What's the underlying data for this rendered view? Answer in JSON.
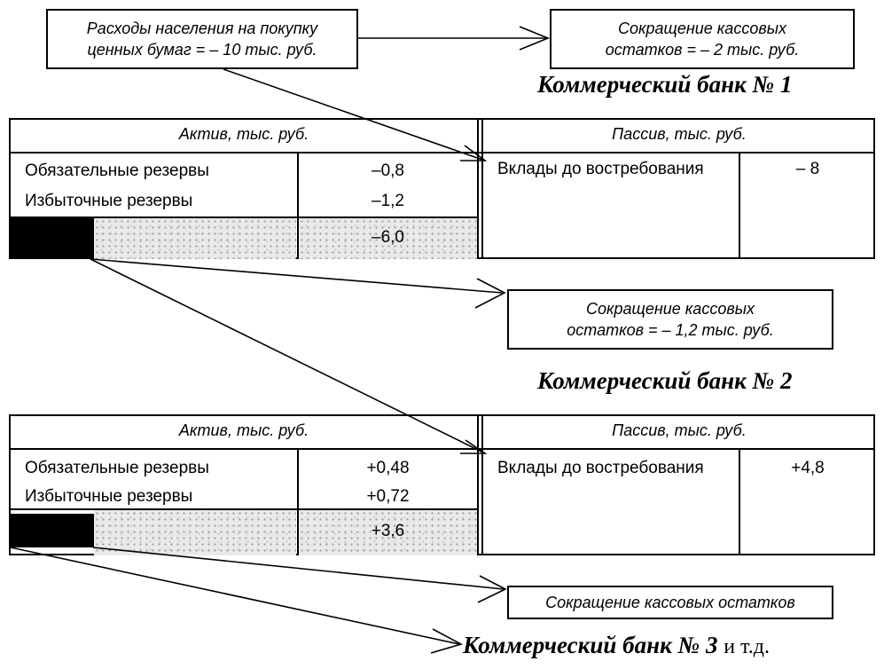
{
  "boxes": {
    "securities": {
      "line1": "Расходы населения на покупку",
      "line2": "ценных бумаг  =  – 10 тыс. руб."
    },
    "cash_top": {
      "line1": "Сокращение кассовых",
      "line2": "остатков = – 2 тыс. руб."
    },
    "cash_mid": {
      "line1": "Сокращение кассовых",
      "line2": "остатков = – 1,2 тыс. руб."
    },
    "cash_bottom": {
      "line1": "Сокращение кассовых остатков"
    }
  },
  "bank1": {
    "title": "Коммерческий банк № 1",
    "assets_header": "Актив, тыс. руб.",
    "liabilities_header": "Пассив, тыс. руб.",
    "required_reserves_label": "Обязательные резервы",
    "required_reserves_value": "–0,8",
    "excess_reserves_label": "Избыточные резервы",
    "excess_reserves_value": "–1,2",
    "loans_value": "–6,0",
    "deposits_label": "Вклады до востребования",
    "deposits_value": "– 8"
  },
  "bank2": {
    "title": "Коммерческий банк № 2",
    "assets_header": "Актив, тыс. руб.",
    "liabilities_header": "Пассив, тыс. руб.",
    "required_reserves_label": "Обязательные резервы",
    "required_reserves_value": "+0,48",
    "excess_reserves_label": "Избыточные резервы",
    "excess_reserves_value": "+0,72",
    "loans_value": "+3,6",
    "deposits_label": "Вклады до востребования",
    "deposits_value": "+4,8"
  },
  "bank3": {
    "title": "Коммерческий банк № 3",
    "suffix": "и т.д."
  }
}
